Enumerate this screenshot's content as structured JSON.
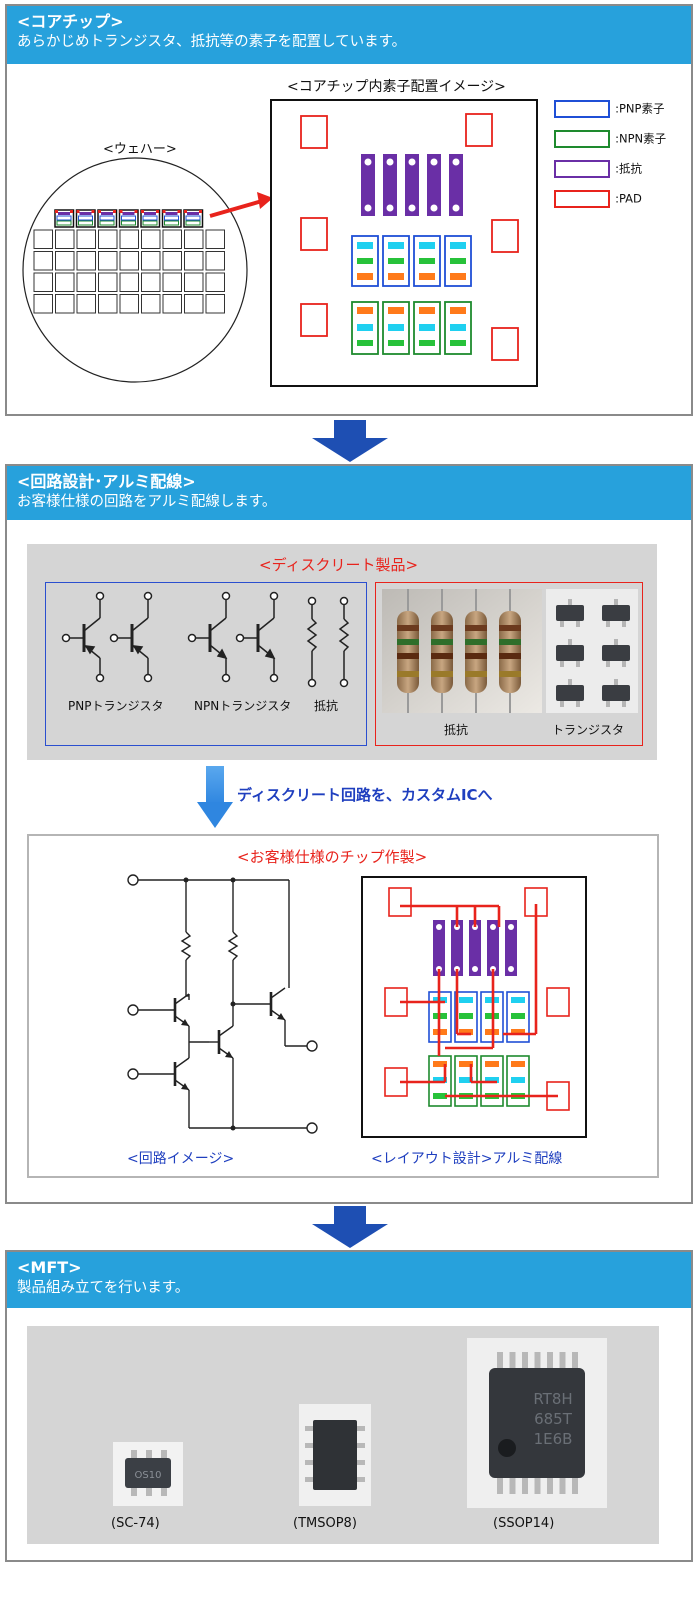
{
  "sections": [
    {
      "title": "<コアチップ>",
      "subtitle": "あらかじめトランジスタ、抵抗等の素子を配置しています。"
    },
    {
      "title": "<回路設計･アルミ配線>",
      "subtitle": "お客様仕様の回路をアルミ配線します。"
    },
    {
      "title": "<MFT>",
      "subtitle": "製品組み立てを行います。"
    }
  ],
  "core": {
    "wafer_label": "<ウェハー>",
    "layout_title": "<コアチップ内素子配置イメージ>",
    "legend": [
      {
        "label": ":PNP素子",
        "color": "#1f4fd6"
      },
      {
        "label": ":NPN素子",
        "color": "#1e8a2e"
      },
      {
        "label": ":抵抗",
        "color": "#6a2fa6"
      },
      {
        "label": ":PAD",
        "color": "#e8231c"
      }
    ]
  },
  "design": {
    "discrete_title": "<ディスクリート製品>",
    "pnp_label": "PNPトランジスタ",
    "npn_label": "NPNトランジスタ",
    "resistor_label": "抵抗",
    "photo_resistor_label": "抵抗",
    "photo_transistor_label": "トランジスタ",
    "flow_text": "ディスクリート回路を、カスタムICへ",
    "custom_title": "<お客様仕様のチップ作製>",
    "circuit_caption": "<回路イメージ>",
    "layout_caption": "<レイアウト設計>アルミ配線"
  },
  "mft": {
    "packages": [
      {
        "label": "(SC-74)",
        "marking": "OS10"
      },
      {
        "label": "(TMSOP8)",
        "marking": ""
      },
      {
        "label": "(SSOP14)",
        "marking": "RT8H685T1E6B"
      }
    ]
  },
  "colors": {
    "header": "#27a1dc",
    "flow_arrow": "#1e4fb3",
    "red": "#e8231c",
    "blue_text": "#1f3fbf"
  }
}
